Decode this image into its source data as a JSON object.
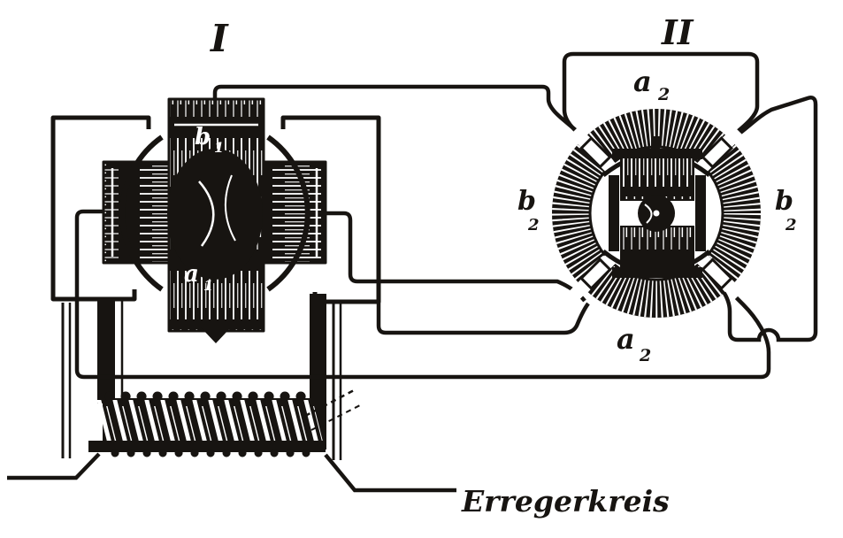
{
  "colors": {
    "ink": "#171411",
    "paper": "#ffffff"
  },
  "machine_1": {
    "title": "I",
    "armature_top_label": {
      "base": "b",
      "sub": "1"
    },
    "armature_bottom_label": {
      "base": "a",
      "sub": "1"
    }
  },
  "machine_2": {
    "title": "II",
    "terminal_top": {
      "base": "a",
      "sub": "2"
    },
    "terminal_bottom": {
      "base": "a",
      "sub": "2"
    },
    "terminal_left": {
      "base": "b",
      "sub": "2"
    },
    "terminal_right": {
      "base": "b",
      "sub": "2"
    }
  },
  "caption": {
    "exciter_circuit": "Erregerkreis"
  }
}
